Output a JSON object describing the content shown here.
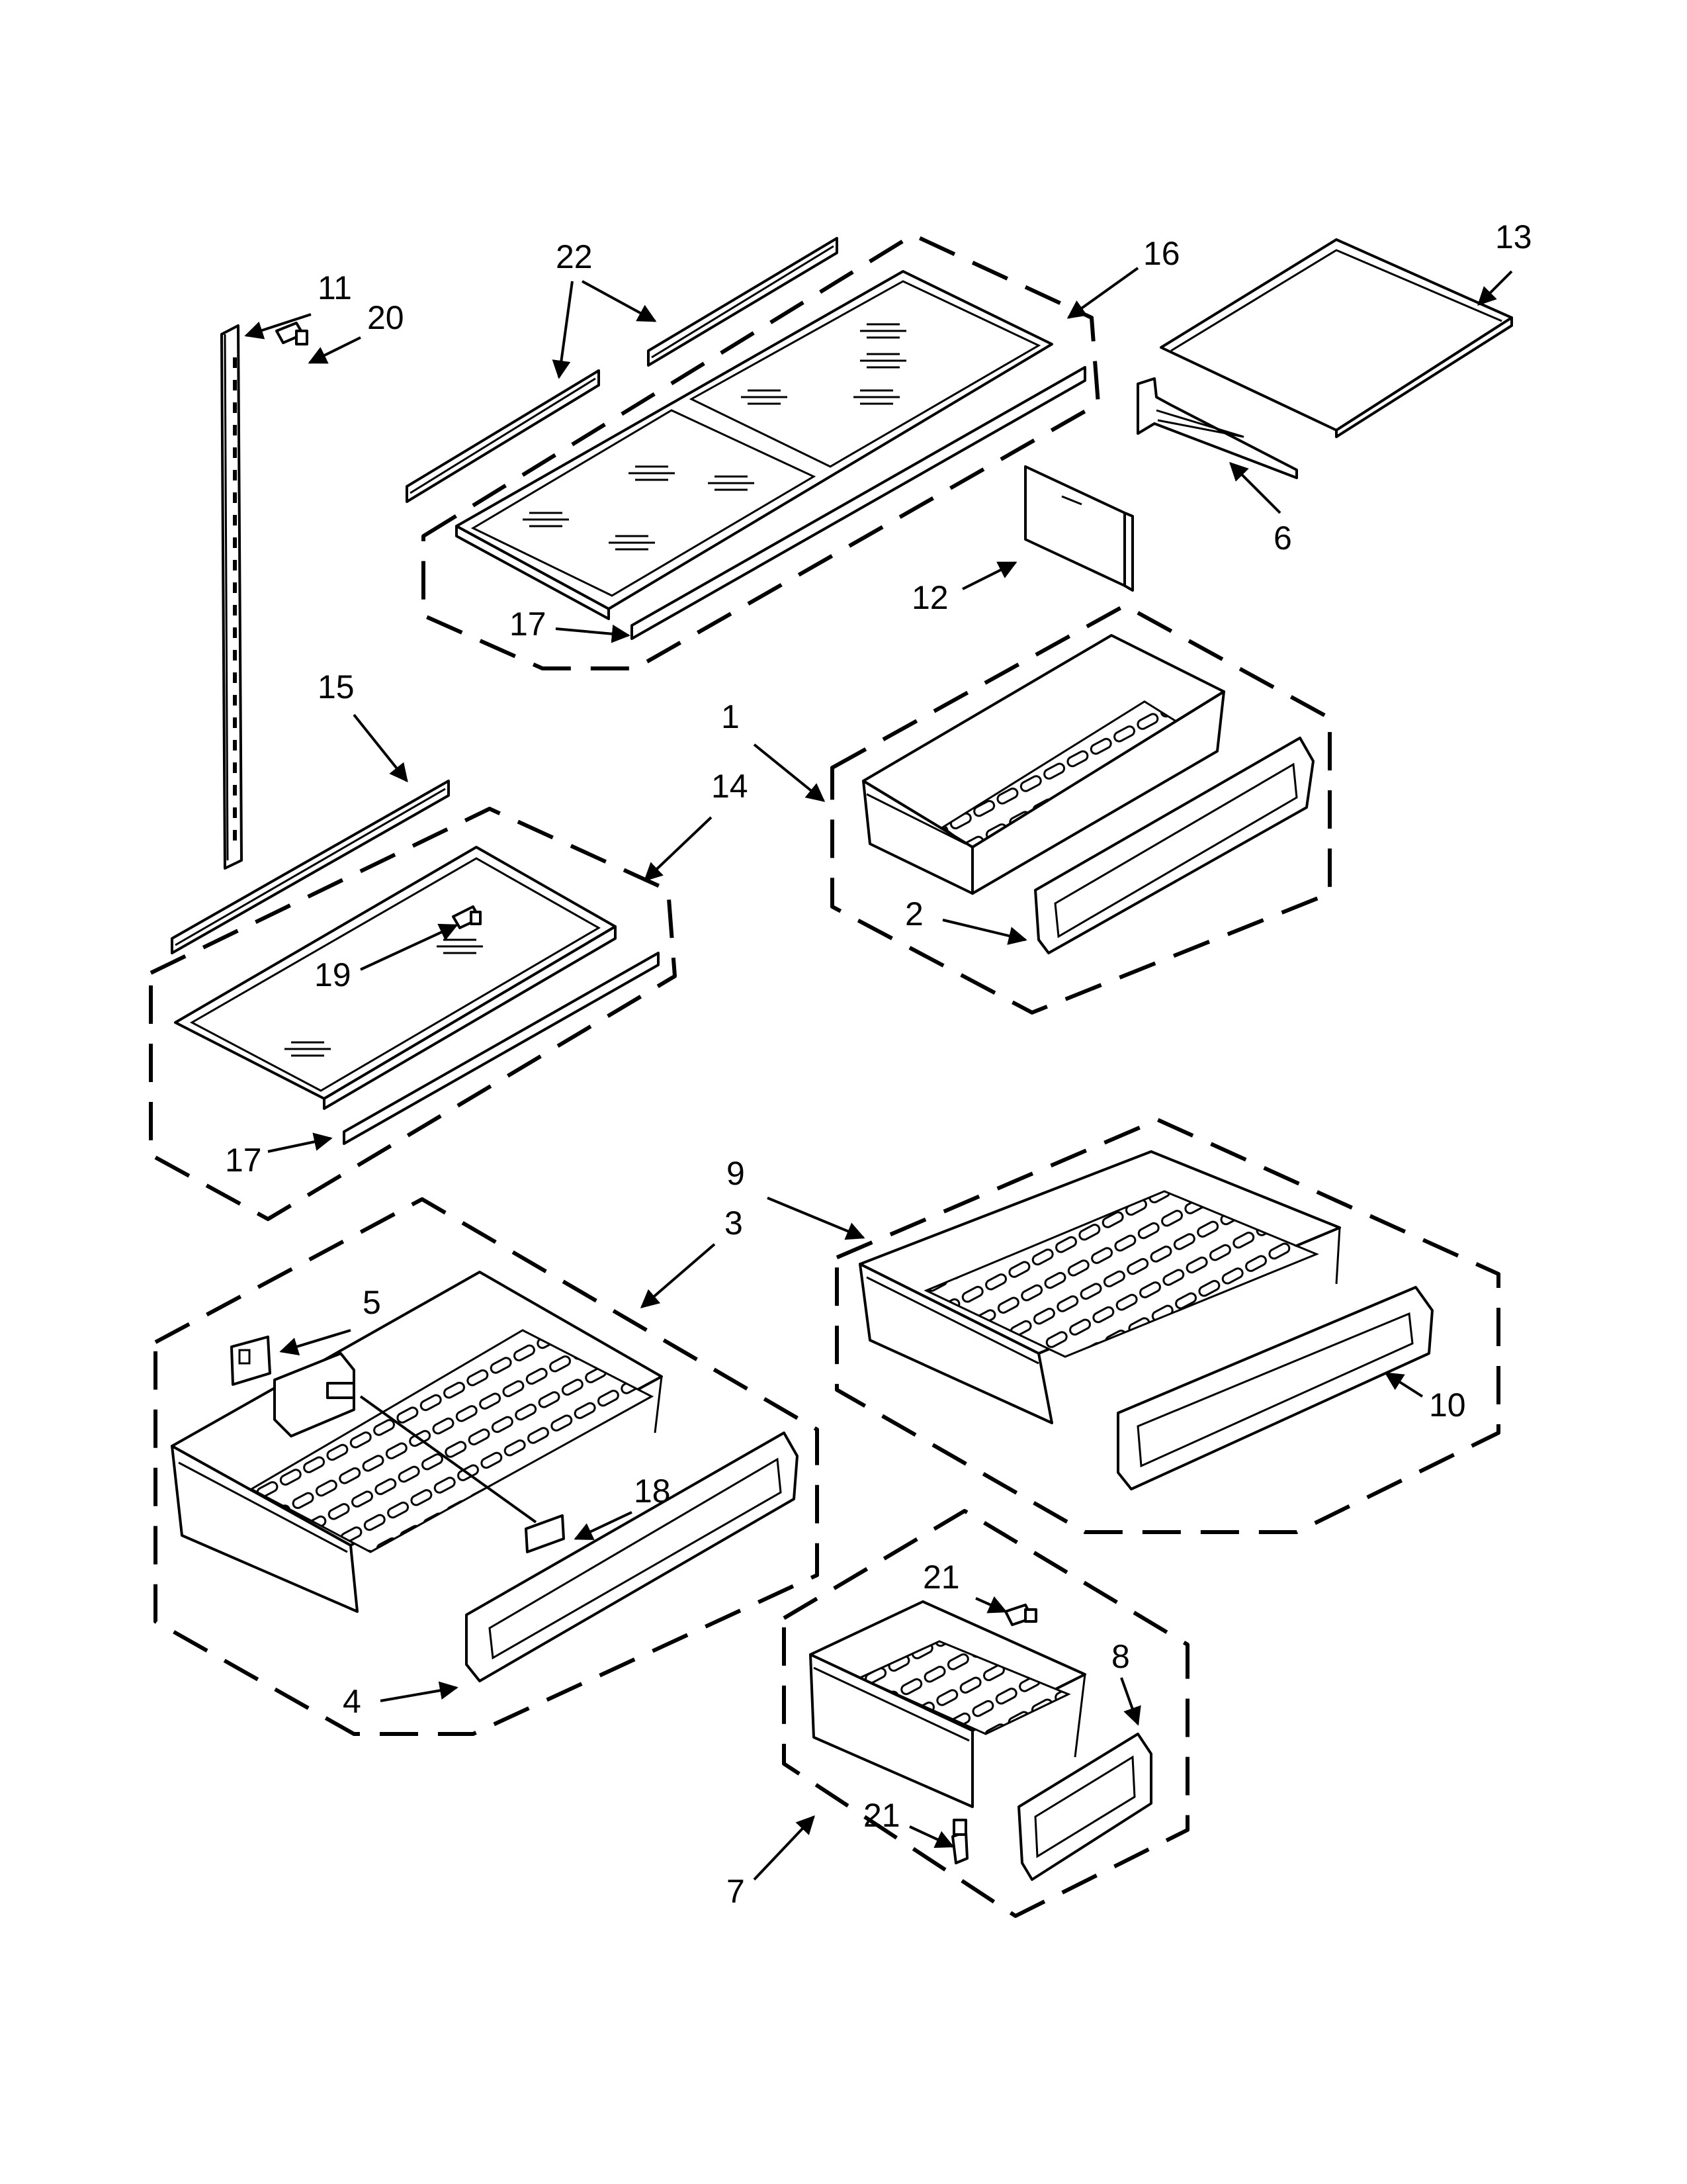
{
  "diagram": {
    "callouts": {
      "c1": "1",
      "c2": "2",
      "c3": "3",
      "c4": "4",
      "c5": "5",
      "c6": "6",
      "c7": "7",
      "c8": "8",
      "c9": "9",
      "c10": "10",
      "c11": "11",
      "c12": "12",
      "c13": "13",
      "c14": "14",
      "c15": "15",
      "c16": "16",
      "c17a": "17",
      "c17b": "17",
      "c18": "18",
      "c19": "19",
      "c20": "20",
      "c21a": "21",
      "c21b": "21",
      "c22": "22"
    }
  }
}
